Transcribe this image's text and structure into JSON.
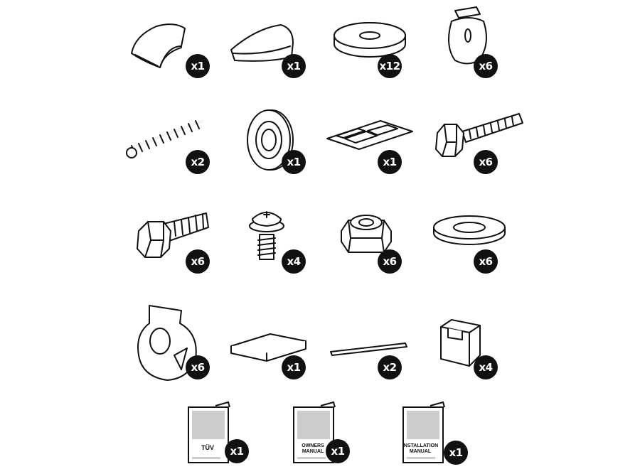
{
  "parts": [
    {
      "icon": "end-cap-left-icon",
      "quantity": "x1"
    },
    {
      "icon": "end-cap-right-icon",
      "quantity": "x1"
    },
    {
      "icon": "large-washer-icon",
      "quantity": "x12"
    },
    {
      "icon": "pipe-clamp-icon",
      "quantity": "x6"
    },
    {
      "icon": "spring-icon",
      "quantity": "x2"
    },
    {
      "icon": "tape-roll-icon",
      "quantity": "x1"
    },
    {
      "icon": "adhesive-pads-icon",
      "quantity": "x1"
    },
    {
      "icon": "long-hex-bolt-icon",
      "quantity": "x6"
    },
    {
      "icon": "short-hex-bolt-icon",
      "quantity": "x6"
    },
    {
      "icon": "torx-screw-icon",
      "quantity": "x4"
    },
    {
      "icon": "lock-nut-icon",
      "quantity": "x6"
    },
    {
      "icon": "flat-washer-icon",
      "quantity": "x6"
    },
    {
      "icon": "mounting-bracket-icon",
      "quantity": "x6"
    },
    {
      "icon": "rubber-block-icon",
      "quantity": "x1"
    },
    {
      "icon": "rubber-strip-icon",
      "quantity": "x2"
    },
    {
      "icon": "slider-block-icon",
      "quantity": "x4"
    }
  ],
  "manuals": [
    {
      "title": "TÜV",
      "quantity": "x1"
    },
    {
      "title_line1": "OWNERS",
      "title_line2": "MANUAL",
      "quantity": "x1"
    },
    {
      "title_line1": "INSTALLATION",
      "title_line2": "MANUAL",
      "quantity": "x1"
    }
  ],
  "colors": {
    "badge": "#111111",
    "cover": "#cccccc"
  }
}
